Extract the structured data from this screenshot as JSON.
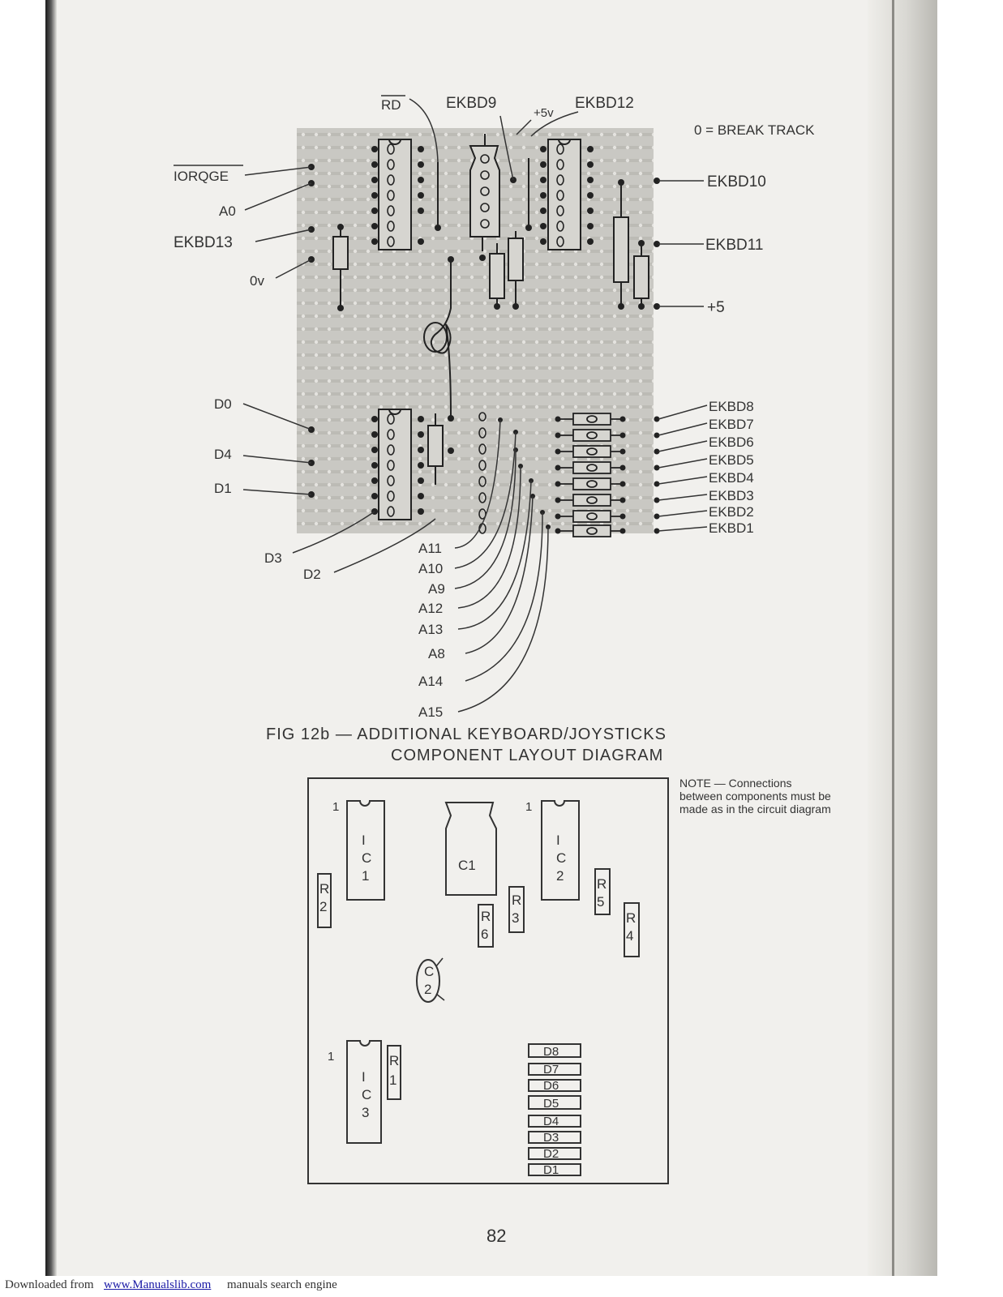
{
  "stripboard": {
    "legend": "0 = BREAK TRACK",
    "labels": {
      "rd": "RD",
      "ekbd9": "EKBD9",
      "plus5v": "+5v",
      "ekbd12": "EKBD12",
      "iorqge": "IORQGE",
      "a0": "A0",
      "ekbd13": "EKBD13",
      "ov": "0v",
      "ekbd10": "EKBD10",
      "ekbd11": "EKBD11",
      "plus5": "+5",
      "d0": "D0",
      "d4": "D4",
      "d1": "D1",
      "d3": "D3",
      "d2": "D2"
    },
    "right_labels": [
      "EKBD8",
      "EKBD7",
      "EKBD6",
      "EKBD5",
      "EKBD4",
      "EKBD3",
      "EKBD2",
      "EKBD1"
    ],
    "bottom_labels": [
      "A11",
      "A10",
      "A9",
      "A12",
      "A13",
      "A8",
      "A14",
      "A15"
    ]
  },
  "caption": {
    "line1": "FIG 12b — ADDITIONAL KEYBOARD/JOYSTICKS",
    "line2": "COMPONENT LAYOUT DIAGRAM"
  },
  "layout_diagram": {
    "note": "NOTE — Connections between components must be made as in the circuit diagram",
    "pin_marks": [
      "1",
      "1",
      "1"
    ],
    "ic1": [
      "I",
      "C",
      "1"
    ],
    "ic2": [
      "I",
      "C",
      "2"
    ],
    "ic3": [
      "I",
      "C",
      "3"
    ],
    "c1": "C1",
    "c2": [
      "C",
      "2"
    ],
    "r1": [
      "R",
      "1"
    ],
    "r2": [
      "R",
      "2"
    ],
    "r3": [
      "R",
      "3"
    ],
    "r4": [
      "R",
      "4"
    ],
    "r5": [
      "R",
      "5"
    ],
    "r6": [
      "R",
      "6"
    ],
    "diodes": [
      "D8",
      "D7",
      "D6",
      "D5",
      "D4",
      "D3",
      "D2",
      "D1"
    ]
  },
  "page_number": "82",
  "footer": {
    "prefix": "Downloaded from",
    "link": "www.Manualslib.com",
    "suffix": "manuals search engine"
  }
}
